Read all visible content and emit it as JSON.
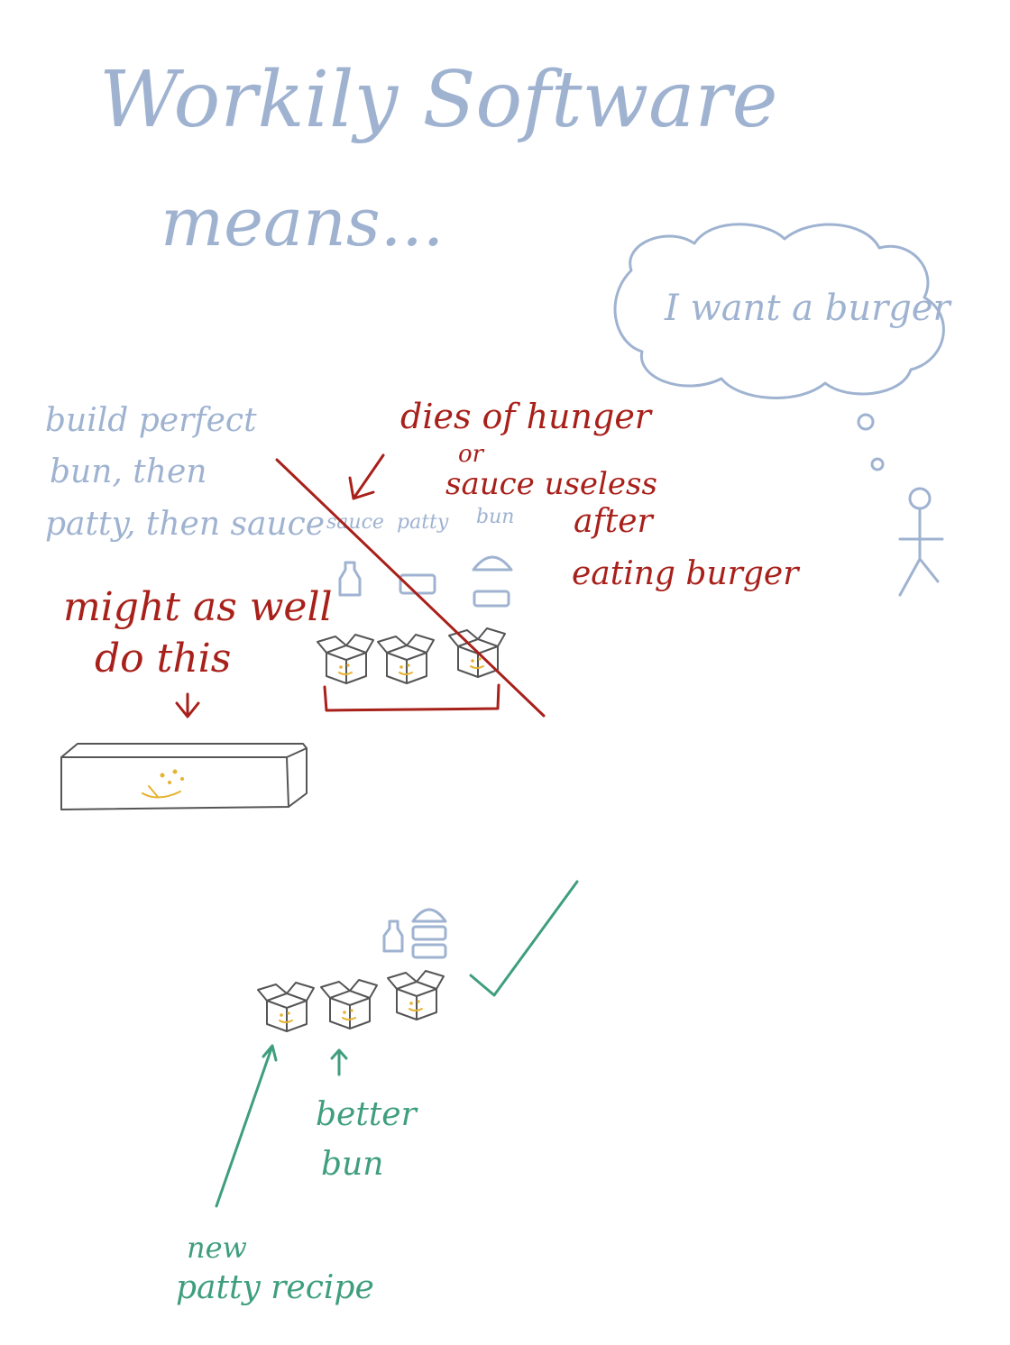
{
  "title": {
    "line1": "Workily Software",
    "line2": "means..."
  },
  "thought_bubble": {
    "text": "I want a burger"
  },
  "approach_bad": {
    "description_lines": [
      "build perfect",
      "bun, then",
      "patty, then sauce"
    ],
    "component_labels": [
      "sauce",
      "patty",
      "bun"
    ]
  },
  "annotations_red": {
    "dies": "dies of hunger",
    "or": "or",
    "sauce_useless": "sauce useless",
    "after": "after",
    "eating_burger": "eating burger",
    "might_line1": "might as well",
    "might_line2": "do this"
  },
  "approach_good": {
    "label_better": "better",
    "label_bun": "bun",
    "label_new": "new",
    "label_patty_recipe": "patty recipe"
  },
  "colors": {
    "blue": "#9fb3d1",
    "red": "#a8201a",
    "green": "#3f9e7f",
    "gold": "#e6b230",
    "gray": "#555555"
  }
}
